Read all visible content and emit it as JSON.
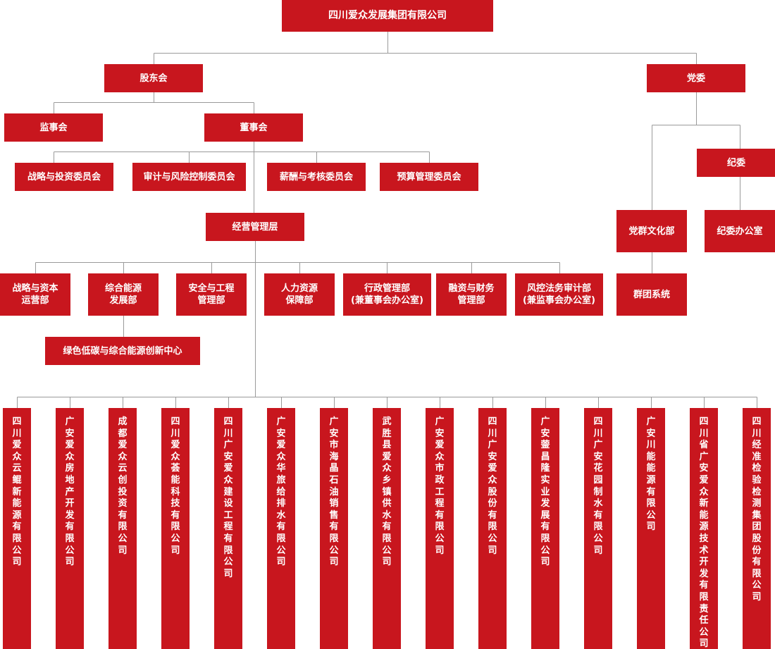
{
  "colors": {
    "node": "#c8161e",
    "text": "#ffffff",
    "line": "#9a9a9a"
  },
  "nodes": {
    "group": "四川爱众发展集团有限公司",
    "shareholders": "股东会",
    "party": "党委",
    "supervisors": "监事会",
    "board": "董事会",
    "discipline": "纪委",
    "strategy_committee": "战略与投资委员会",
    "audit_committee": "审计与风险控制委员会",
    "pay_committee": "薪酬与考核委员会",
    "budget_committee": "预算管理委员会",
    "party_culture": "党群文化部",
    "discipline_office": "纪委办公室",
    "management": "经营管理层",
    "mass_system": "群团系统",
    "innovation_center": "绿色低碳与综合能源创新中心"
  },
  "departments": [
    "战略与资本\n运营部",
    "综合能源\n发展部",
    "安全与工程\n管理部",
    "人力资源\n保障部",
    "行政管理部\n(兼董事会办公室)",
    "融资与财务\n管理部",
    "风控法务审计部\n(兼监事会办公室)"
  ],
  "subsidiaries": [
    "四川爱众云鲲新能源有限公司",
    "广安爱众房地产开发有限公司",
    "成都爱众云创投资有限公司",
    "四川爱众荟能科技有限公司",
    "四川广安爱众建设工程有限公司",
    "广安爱众华旅给排水有限公司",
    "广安市海晶石油销售有限公司",
    "武胜县爱众乡镇供水有限公司",
    "广安爱众市政工程有限公司",
    "四川广安爱众股份有限公司",
    "广安蓥昌隆实业发展有限公司",
    "四川广安花园制水有限公司",
    "广安川能能源有限公司",
    "四川省广安爱众新能源技术开发有限责任公司",
    "四川经准检验检测集团股份有限公司"
  ]
}
